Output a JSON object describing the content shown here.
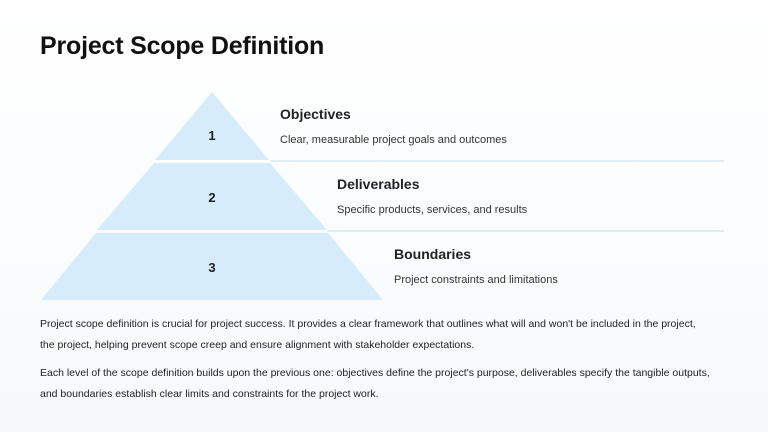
{
  "slide": {
    "title": "Project Scope Definition"
  },
  "pyramid": {
    "fill": "#d6ecfa",
    "line_color": "#c8e0ef",
    "tiers": [
      {
        "number": "1",
        "title": "Objectives",
        "description": "Clear, measurable project goals and outcomes"
      },
      {
        "number": "2",
        "title": "Deliverables",
        "description": "Specific products, services, and results"
      },
      {
        "number": "3",
        "title": "Boundaries",
        "description": "Project constraints and limitations"
      }
    ]
  },
  "body": {
    "paragraph_1_line_1": "Project scope definition is crucial for project success. It provides a clear framework that outlines what will and won't be included in the project,",
    "paragraph_1_line_2": "the project, helping prevent scope creep and ensure alignment with stakeholder expectations.",
    "paragraph_2_line_1": "Each level of the scope definition builds upon the previous one: objectives define the project's purpose, deliverables specify the tangible outputs,",
    "paragraph_2_line_2": "and boundaries establish clear limits and constraints for the project work."
  }
}
